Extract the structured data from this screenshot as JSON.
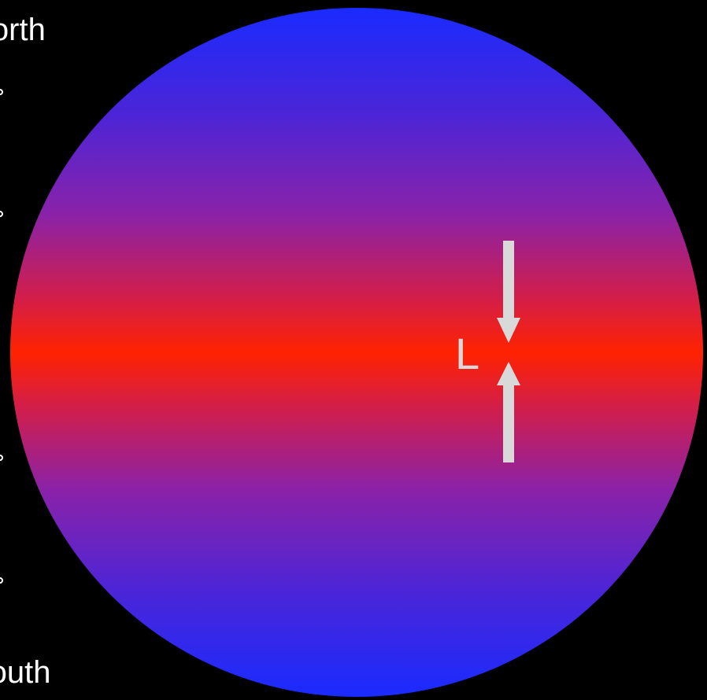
{
  "labels": {
    "north": "North",
    "south": "South",
    "low": "L"
  },
  "colors": {
    "background": "#000000",
    "pole": "#1a2bff",
    "mid_latitude": "#7a22b8",
    "equator": "#ff2200",
    "arrow": "#d9d9d9"
  },
  "icons": {
    "converging_arrows": [
      "arrow-down-icon",
      "arrow-up-icon"
    ]
  }
}
